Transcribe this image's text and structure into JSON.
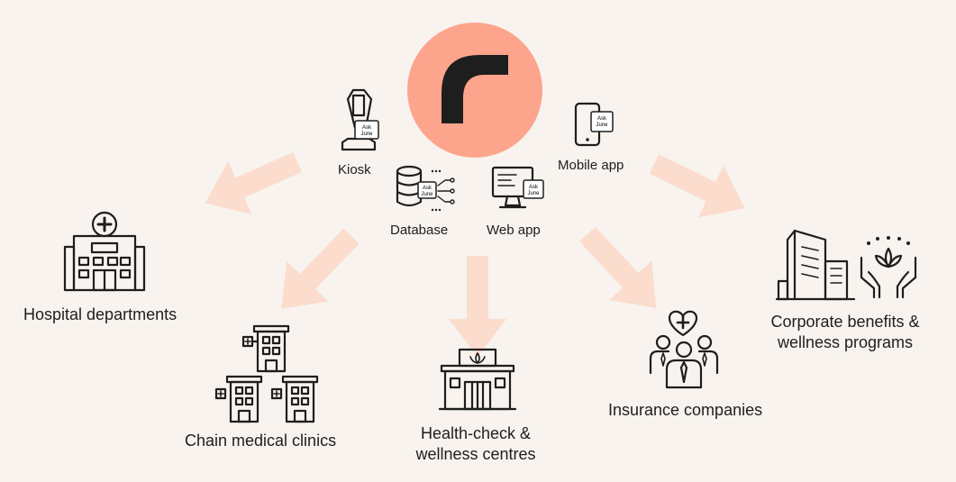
{
  "colors": {
    "background": "#f8f3ee",
    "logo_circle": "#fca58c",
    "logo_mark": "#1e1e1e",
    "arrow": "#fbdccd"
  },
  "channels": {
    "kiosk": "Kiosk",
    "database": "Database",
    "web_app": "Web app",
    "mobile_app": "Mobile app",
    "badge_line1": "Ask",
    "badge_line2": "June"
  },
  "targets": {
    "hospital": "Hospital departments",
    "clinics": "Chain medical clinics",
    "health_line1": "Health-check &",
    "health_line2": "wellness centres",
    "insurance": "Insurance companies",
    "corporate_line1": "Corporate benefits &",
    "corporate_line2": "wellness programs"
  },
  "icons": {
    "logo": "brand-logo",
    "kiosk": "kiosk-icon",
    "database": "database-icon",
    "web_app": "monitor-icon",
    "mobile_app": "phone-icon",
    "hospital": "hospital-icon",
    "clinics": "clinics-icon",
    "health": "wellness-centre-icon",
    "insurance": "insurance-people-icon",
    "corporate": "office-building-icon",
    "wellness_hands": "hands-lotus-icon"
  }
}
